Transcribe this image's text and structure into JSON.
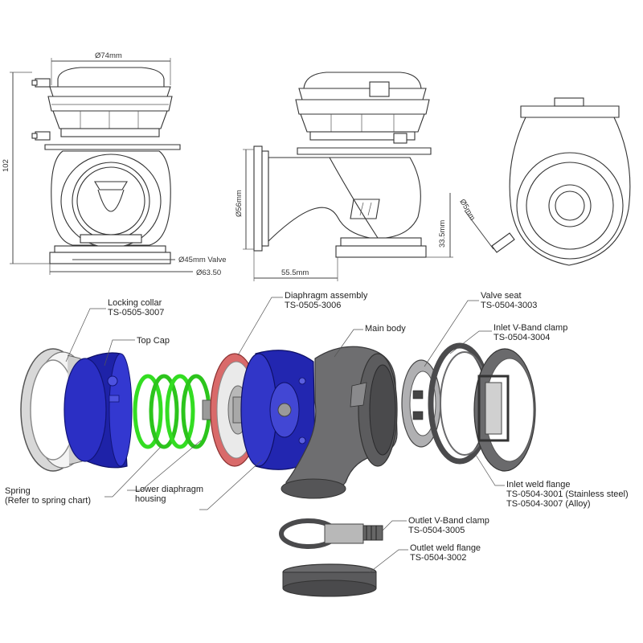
{
  "dimensions": {
    "width_top": "Ø74mm",
    "height_left": "102",
    "valve": "Ø45mm Valve",
    "base": "Ø63.50",
    "inlet_dia": "Ø56mm",
    "height_side": "33.5mm",
    "length_side": "55.5mm",
    "port_dia": "Ø5mm"
  },
  "parts": [
    {
      "name": "Locking collar",
      "code": "TS-0505-3007"
    },
    {
      "name": "Top Cap",
      "code": ""
    },
    {
      "name": "Diaphragm assembly",
      "code": "TS-0505-3006"
    },
    {
      "name": "Main body",
      "code": ""
    },
    {
      "name": "Valve seat",
      "code": "TS-0504-3003"
    },
    {
      "name": "Inlet V-Band clamp",
      "code": "TS-0504-3004"
    },
    {
      "name": "Spring",
      "code": "(Refer to spring chart)"
    },
    {
      "name": "Lower diaphragm",
      "code": "housing"
    },
    {
      "name": "Inlet weld flange",
      "code": "TS-0504-3001 (Stainless steel)",
      "code2": "TS-0504-3007 (Alloy)"
    },
    {
      "name": "Outlet V-Band clamp",
      "code": "TS-0504-3005"
    },
    {
      "name": "Outlet weld flange",
      "code": "TS-0504-3002"
    }
  ],
  "colors": {
    "top_cap": "#2b2fc4",
    "spring": "#33dd22",
    "diaphragm_ring": "#d96a6a",
    "body": "#6e6e70",
    "clamp": "#4a4a4c"
  }
}
